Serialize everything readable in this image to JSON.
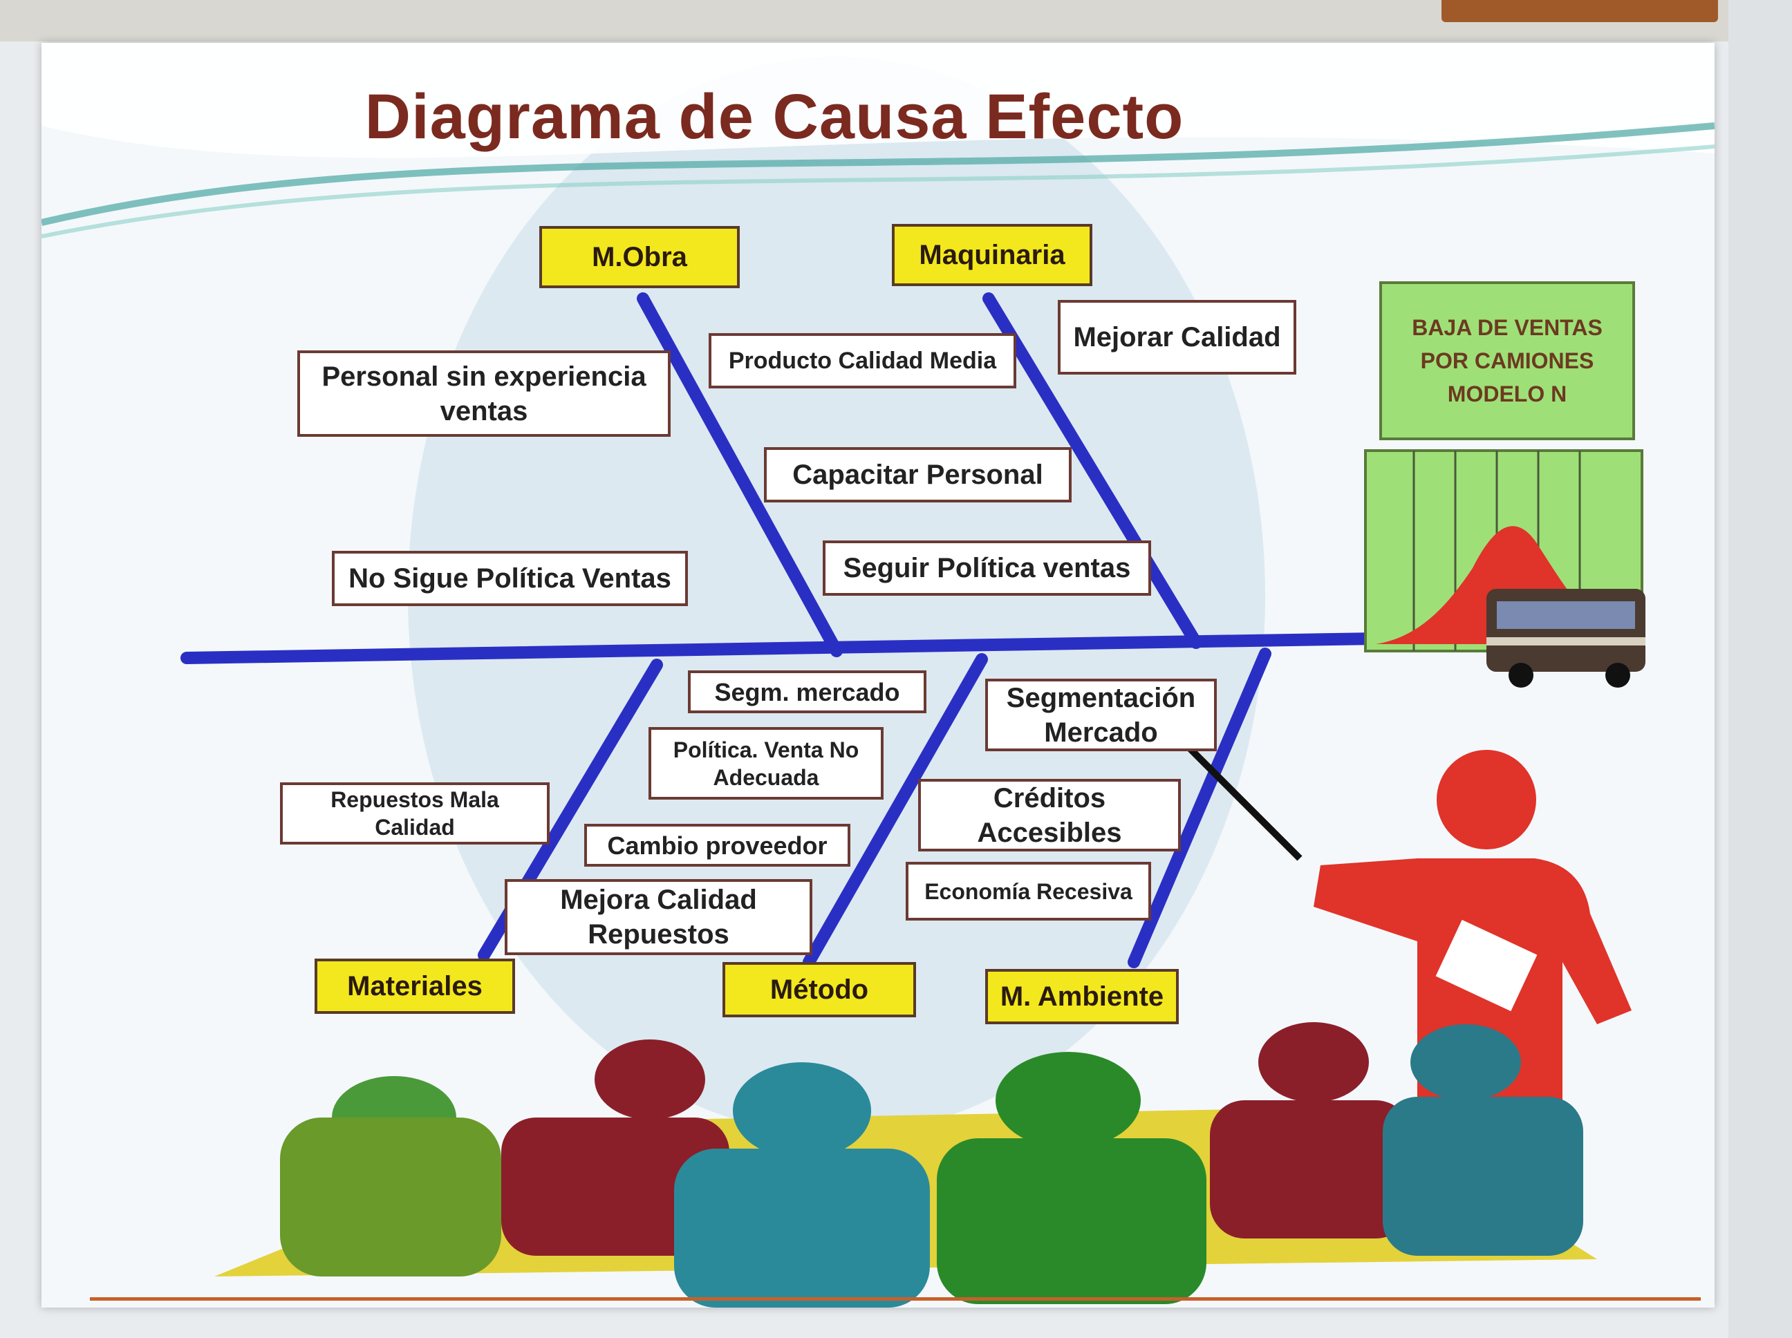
{
  "slide": {
    "title": "Diagrama de Causa Efecto",
    "categories": {
      "mano_obra": "M.Obra",
      "maquinaria": "Maquinaria",
      "materiales": "Materiales",
      "metodo": "Método",
      "medio_ambiente": "M. Ambiente"
    },
    "effect": {
      "line1": "BAJA DE VENTAS",
      "line2": "POR CAMIONES",
      "line3": "MODELO N"
    },
    "causes": {
      "personal_sin_experiencia": "Personal sin experiencia ventas",
      "producto_calidad_media": "Producto Calidad Media",
      "mejorar_calidad": "Mejorar Calidad",
      "capacitar_personal": "Capacitar Personal",
      "no_sigue_politica": "No Sigue Política Ventas",
      "seguir_politica": "Seguir Política ventas",
      "segm_mercado": "Segm. mercado",
      "segmentacion_mercado": "Segmentación Mercado",
      "politica_venta": "Política. Venta No Adecuada",
      "repuestos_mala_calidad": "Repuestos Mala Calidad",
      "creditos_accesibles": "Créditos Accesibles",
      "cambio_proveedor": "Cambio proveedor",
      "economia_recesiva": "Economía Recesiva",
      "mejora_calidad_repuestos": "Mejora Calidad Repuestos"
    }
  },
  "colors": {
    "bone": "#2a2fc4",
    "category_fill": "#f2e81d",
    "effect_fill": "#9ee077",
    "title": "#7b2a20",
    "presenter": "#e0332a"
  },
  "icons": [
    "bus-icon",
    "mountain-chart-icon",
    "presenter-figure-icon",
    "audience-figures-icon"
  ]
}
